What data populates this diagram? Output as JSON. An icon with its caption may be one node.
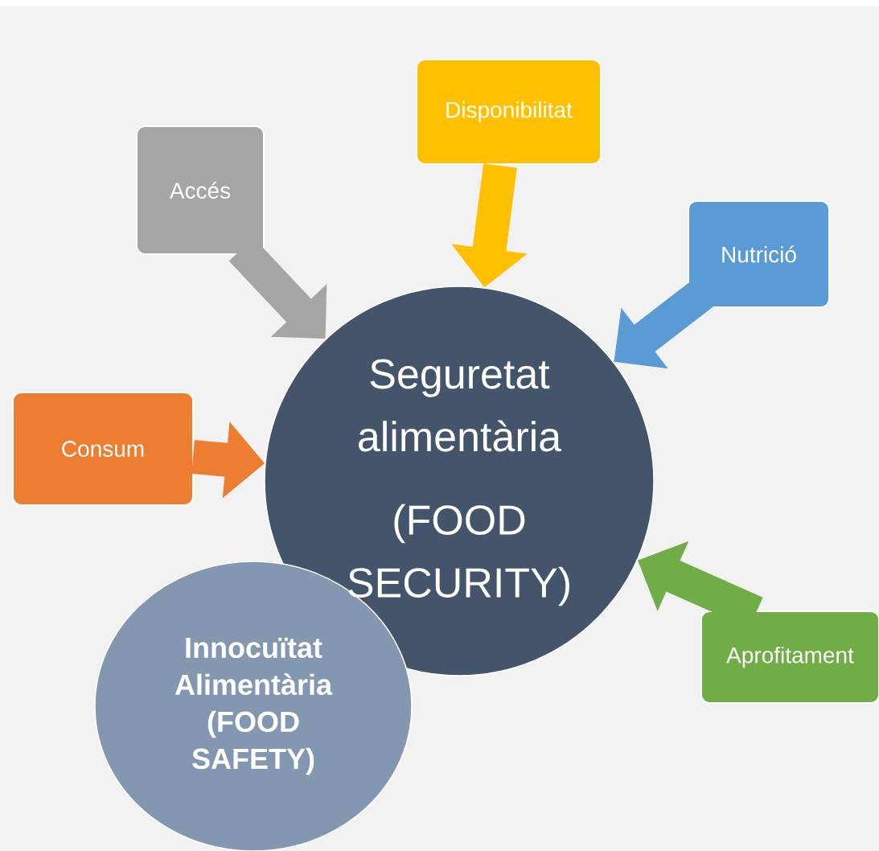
{
  "diagram": {
    "nodes": [
      {
        "text": [
          "Seguretat alimentària",
          "(FOOD SECURITY)"
        ]
      },
      {
        "text": [
          "Innocuïtat Alimentària (FOOD SAFETY)"
        ]
      },
      {
        "text": [
          "Accés"
        ]
      },
      {
        "text": [
          "Disponibilitat"
        ]
      },
      {
        "text": [
          "Nutrició"
        ]
      },
      {
        "text": [
          "Consum"
        ]
      },
      {
        "text": [
          "Aprofitament"
        ]
      }
    ],
    "edges": [
      {
        "from": 2,
        "to": 0,
        "arrow": "to",
        "color": "#a5a5a5"
      },
      {
        "from": 3,
        "to": 0,
        "arrow": "to",
        "color": "#ffc000"
      },
      {
        "from": 4,
        "to": 0,
        "arrow": "to",
        "color": "#5b9bd5"
      },
      {
        "from": 5,
        "to": 0,
        "arrow": "to",
        "color": "#ed7d31"
      },
      {
        "from": 6,
        "to": 0,
        "arrow": "to",
        "color": "#70ad47"
      }
    ]
  }
}
